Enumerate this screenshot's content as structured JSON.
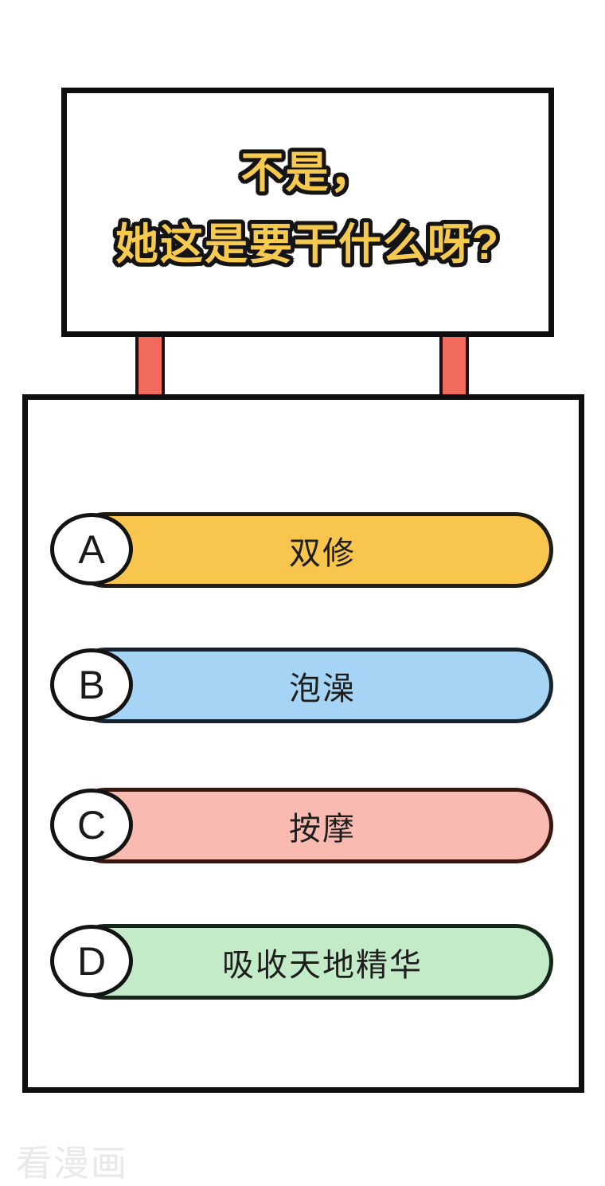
{
  "page": {
    "background": "#ffffff",
    "panel_border_color": "#0e0e0e"
  },
  "question_board": {
    "lines": [
      "不是，",
      "她这是要干什么呀?"
    ],
    "text_color": "#f6c94f",
    "outline_color": "#141414",
    "post_color": "#f26a5c"
  },
  "options": [
    {
      "letter": "A",
      "label": "双修",
      "fill": "#f9c64d",
      "border": "#201d10"
    },
    {
      "letter": "B",
      "label": "泡澡",
      "fill": "#a6d4f5",
      "border": "#16232d"
    },
    {
      "letter": "C",
      "label": "按摩",
      "fill": "#f9bbb1",
      "border": "#381711"
    },
    {
      "letter": "D",
      "label": "吸收天地精华",
      "fill": "#c4ebc7",
      "border": "#152718"
    }
  ],
  "watermark": {
    "text": "看漫画",
    "color": "#e9e9e9"
  }
}
